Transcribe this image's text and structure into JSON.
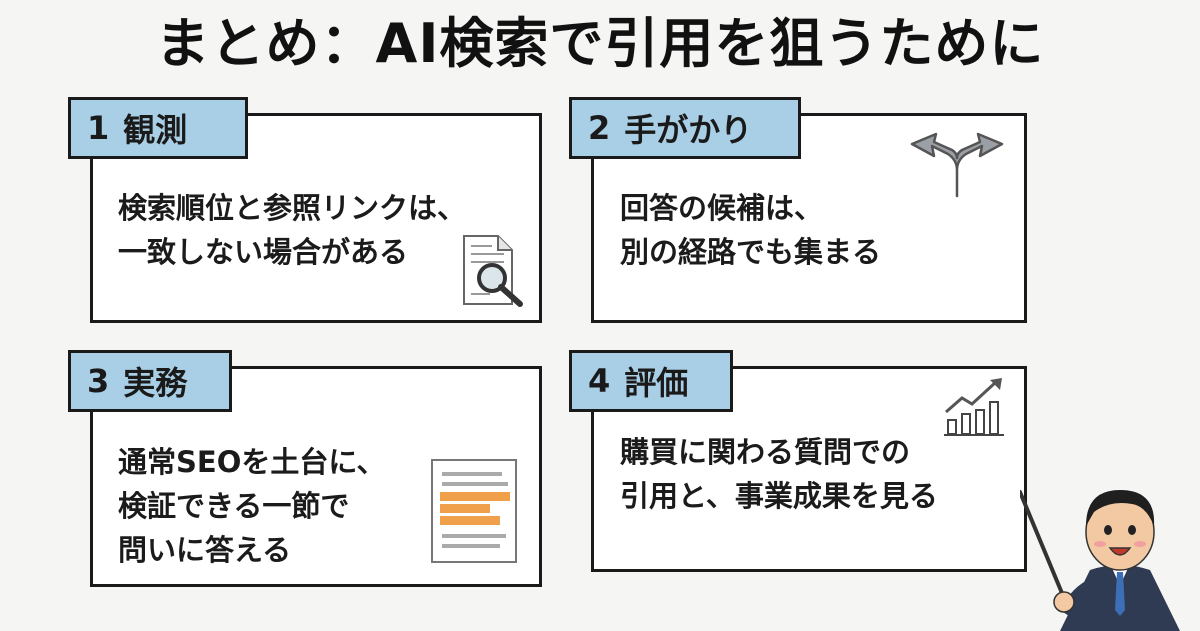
{
  "title": "まとめ：AI検索で引用を狙うために",
  "cards": [
    {
      "num": "1",
      "label": "観測",
      "text": "検索順位と参照リンクは、\n一致しない場合がある",
      "icon": "document-magnifier-icon"
    },
    {
      "num": "2",
      "label": "手がかり",
      "text": "回答の候補は、\n別の経路でも集まる",
      "icon": "split-arrow-icon"
    },
    {
      "num": "3",
      "label": "実務",
      "text": "通常SEOを土台に、\n検証できる一節で\n問いに答える",
      "icon": "highlighted-document-icon"
    },
    {
      "num": "4",
      "label": "評価",
      "text": "購買に関わる質問での\n引用と、事業成果を見る",
      "icon": "growth-chart-icon"
    }
  ],
  "colors": {
    "tag_bg": "#a9cfe6",
    "highlight": "#f0a04b",
    "border": "#1a1a1a"
  }
}
